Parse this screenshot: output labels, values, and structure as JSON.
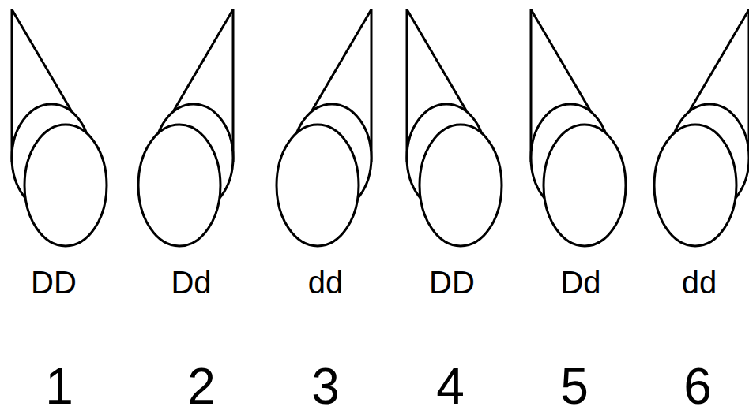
{
  "diagram": {
    "labels": [
      "DD",
      "Dd",
      "dd",
      "DD",
      "Dd",
      "dd",
      "1",
      "2",
      "3",
      "4",
      "5",
      "6"
    ]
  }
}
